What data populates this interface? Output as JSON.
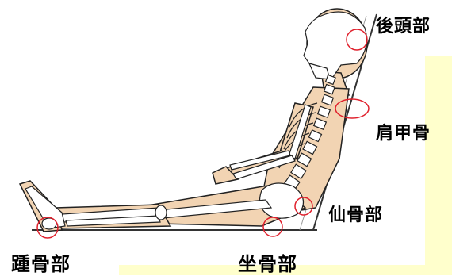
{
  "labels": {
    "occipital": "後頭部",
    "scapula": "肩甲骨",
    "sacrum": "仙骨部",
    "heel": "踵骨部",
    "ischium": "坐骨部"
  },
  "colors": {
    "skin": "#f2d4b3",
    "outline": "#222222",
    "bone": "#ffffff",
    "marker": "#e0202c",
    "band": "#ffffcc"
  }
}
